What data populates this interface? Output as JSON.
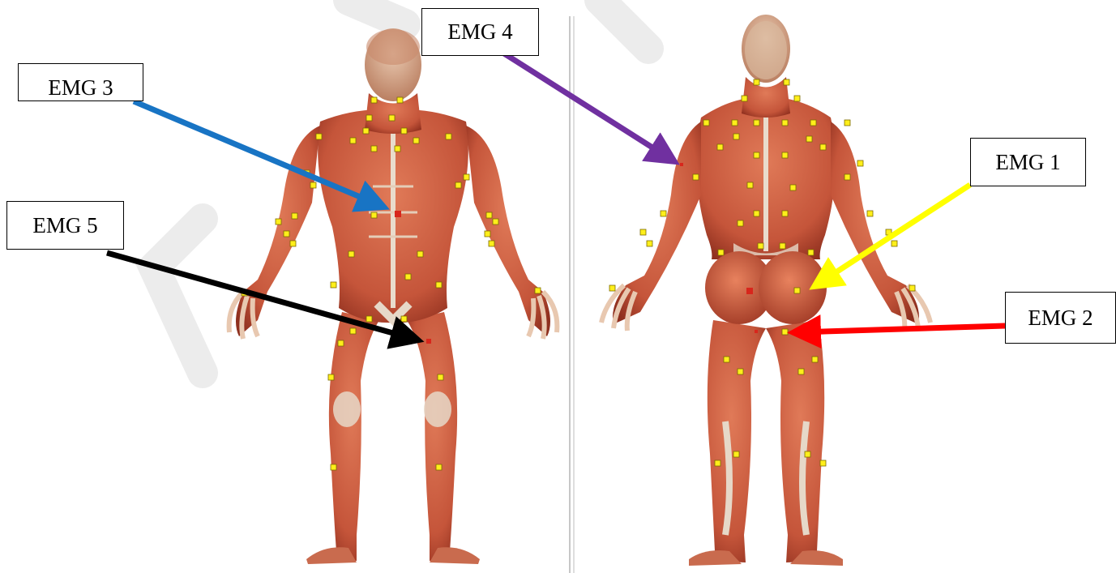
{
  "colors": {
    "muscle": "#c5553a",
    "muscle_dark": "#8e2f1e",
    "tendon": "#e6d8c8",
    "skin_light": "#e79a7a",
    "marker_yellow": "#ffef1a",
    "marker_red": "#d8261c",
    "arrow_emg1": "#ffff00",
    "arrow_emg2": "#ff0000",
    "arrow_emg3": "#1874c4",
    "arrow_emg4": "#7030a0",
    "arrow_emg5": "#000000",
    "divider": "#c7c7c7",
    "watermark": "#e9e9e9"
  },
  "labels": {
    "emg1": "EMG 1",
    "emg2": "EMG 2",
    "emg3": "EMG 3",
    "emg4": "EMG 4",
    "emg5": "EMG 5"
  },
  "figures": {
    "front_name": "anterior-view",
    "back_name": "posterior-view"
  }
}
